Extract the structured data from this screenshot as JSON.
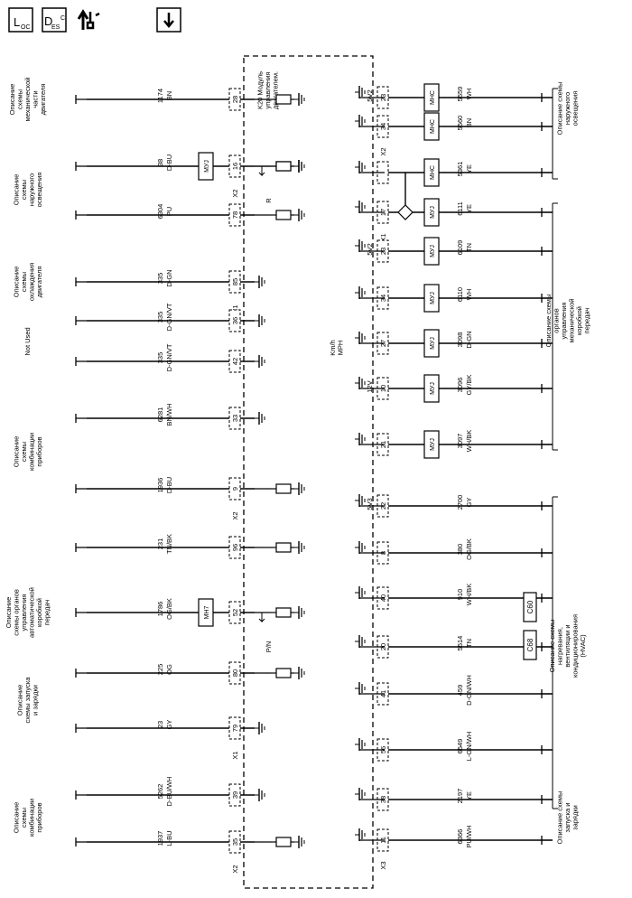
{
  "toolbar": {
    "loc": {
      "main": "L",
      "sub": "OC"
    },
    "desc": {
      "main": "D",
      "sub1": "ES",
      "sub2": "C"
    }
  },
  "module": {
    "name": "K20 Модуль управления двигателем."
  },
  "connectors": [
    "X1",
    "X2",
    "X3"
  ],
  "left_circuits": [
    {
      "pin": "28",
      "wire": "1174",
      "color": "BN",
      "connector": "",
      "desc": "Описание схемы механической части двигателя",
      "device": "",
      "symbol": "switch-ground"
    },
    {
      "pin": "16",
      "wire": "38",
      "color": "D-BU",
      "connector": "X2",
      "desc": "Описание схемы наружного освещения",
      "device": "МУЈ",
      "symbol": "R"
    },
    {
      "pin": "78",
      "wire": "6304",
      "color": "PU",
      "connector": "",
      "desc": "",
      "device": "",
      "symbol": "oil-pressure"
    },
    {
      "pin": "85",
      "wire": "335",
      "color": "D-GN",
      "connector": "X1",
      "desc": "Описание схемы охлаждения двигателя",
      "device": "",
      "symbol": ""
    },
    {
      "pin": "36",
      "wire": "335",
      "color": "D-GN/VT",
      "connector": "",
      "desc": "Not Used",
      "device": "",
      "symbol": ""
    },
    {
      "pin": "42",
      "wire": "335",
      "color": "D-GN/VT",
      "connector": "",
      "desc": "",
      "device": "",
      "symbol": ""
    },
    {
      "pin": "33",
      "wire": "6281",
      "color": "BN/WH",
      "connector": "",
      "desc": "Описание схемы комбинации приборов",
      "device": "",
      "symbol": ""
    },
    {
      "pin": "9",
      "wire": "1936",
      "color": "D-BU",
      "connector": "X2",
      "desc": "",
      "device": "",
      "symbol": "fuel"
    },
    {
      "pin": "96",
      "wire": "231",
      "color": "TN/BK",
      "connector": "",
      "desc": "",
      "device": "",
      "symbol": "engine"
    },
    {
      "pin": "52",
      "wire": "1786",
      "color": "OG/BK",
      "connector": "",
      "desc": "Описание схемы органов управления автоматической коробкой передач",
      "device": "MH7",
      "symbol": "P/N"
    },
    {
      "pin": "80",
      "wire": "225",
      "color": "OG",
      "connector": "",
      "desc": "Описание схемы запуска и зарядки",
      "device": "",
      "symbol": "relay"
    },
    {
      "pin": "79",
      "wire": "23",
      "color": "GY",
      "connector": "X1",
      "desc": "",
      "device": "",
      "symbol": ""
    },
    {
      "pin": "39",
      "wire": "5262",
      "color": "D-BU/WH",
      "connector": "",
      "desc": "Описание схемы комбинации приборов",
      "device": "",
      "symbol": ""
    },
    {
      "pin": "35",
      "wire": "1937",
      "color": "L-BU",
      "connector": "X2",
      "desc": "",
      "device": "",
      "symbol": "fuel"
    }
  ],
  "right_circuits": [
    {
      "pin": "23",
      "wire": "5559",
      "color": "WH",
      "connector": "",
      "volt": "5V2",
      "device": "MHC"
    },
    {
      "pin": "34",
      "wire": "5560",
      "color": "BN",
      "connector": "X2",
      "volt": "",
      "device": "MHC"
    },
    {
      "pin": "",
      "wire": "5361",
      "color": "YE",
      "connector": "",
      "volt": "",
      "device": "MHC"
    },
    {
      "pin": "17",
      "wire": "6111",
      "color": "YE",
      "connector": "X1",
      "volt": "",
      "device": "МУЈ"
    },
    {
      "pin": "23",
      "wire": "6109",
      "color": "TN",
      "connector": "",
      "volt": "5V2",
      "device": "МУЈ"
    },
    {
      "pin": "34",
      "wire": "6110",
      "color": "WH",
      "connector": "",
      "volt": "",
      "device": "МУЈ"
    },
    {
      "pin": "27",
      "wire": "3098",
      "color": "D-GN",
      "connector": "",
      "volt": "",
      "device": "МУЈ"
    },
    {
      "pin": "10",
      "wire": "3096",
      "color": "GY/BK",
      "connector": "",
      "volt": "12V",
      "device": "МУЈ"
    },
    {
      "pin": "21",
      "wire": "3097",
      "color": "WH/BK",
      "connector": "",
      "volt": "",
      "device": "МУЈ"
    },
    {
      "pin": "22",
      "wire": "2700",
      "color": "GY",
      "connector": "",
      "volt": "5V3",
      "device": ""
    },
    {
      "pin": "8",
      "wire": "380",
      "color": "OG/BK",
      "connector": "",
      "volt": "",
      "device": ""
    },
    {
      "pin": "40",
      "wire": "910",
      "color": "WH/BK",
      "connector": "",
      "volt": "",
      "device": ""
    },
    {
      "pin": "20",
      "wire": "5514",
      "color": "TN",
      "connector": "",
      "volt": "",
      "device": ""
    },
    {
      "pin": "41",
      "wire": "459",
      "color": "D-GN/WH",
      "connector": "",
      "volt": "",
      "device": ""
    },
    {
      "pin": "56",
      "wire": "6549",
      "color": "L-GN/WH",
      "connector": "",
      "volt": "",
      "device": ""
    },
    {
      "pin": "38",
      "wire": "2197",
      "color": "YE",
      "connector": "",
      "volt": "",
      "device": ""
    },
    {
      "pin": "11",
      "wire": "6366",
      "color": "PU/WH",
      "connector": "X3",
      "volt": "",
      "device": ""
    }
  ],
  "right_desc": [
    "Описание схемы наружного освещения",
    "Описание схемы органов управления механической коробкой передач",
    "Описание схемы нагревания, вентиляции и кондиционирования (HVAC)",
    "Описание схемы запуска и зарядки"
  ],
  "codes": [
    "C60",
    "C68"
  ],
  "speed_label": "Km/h MPH"
}
